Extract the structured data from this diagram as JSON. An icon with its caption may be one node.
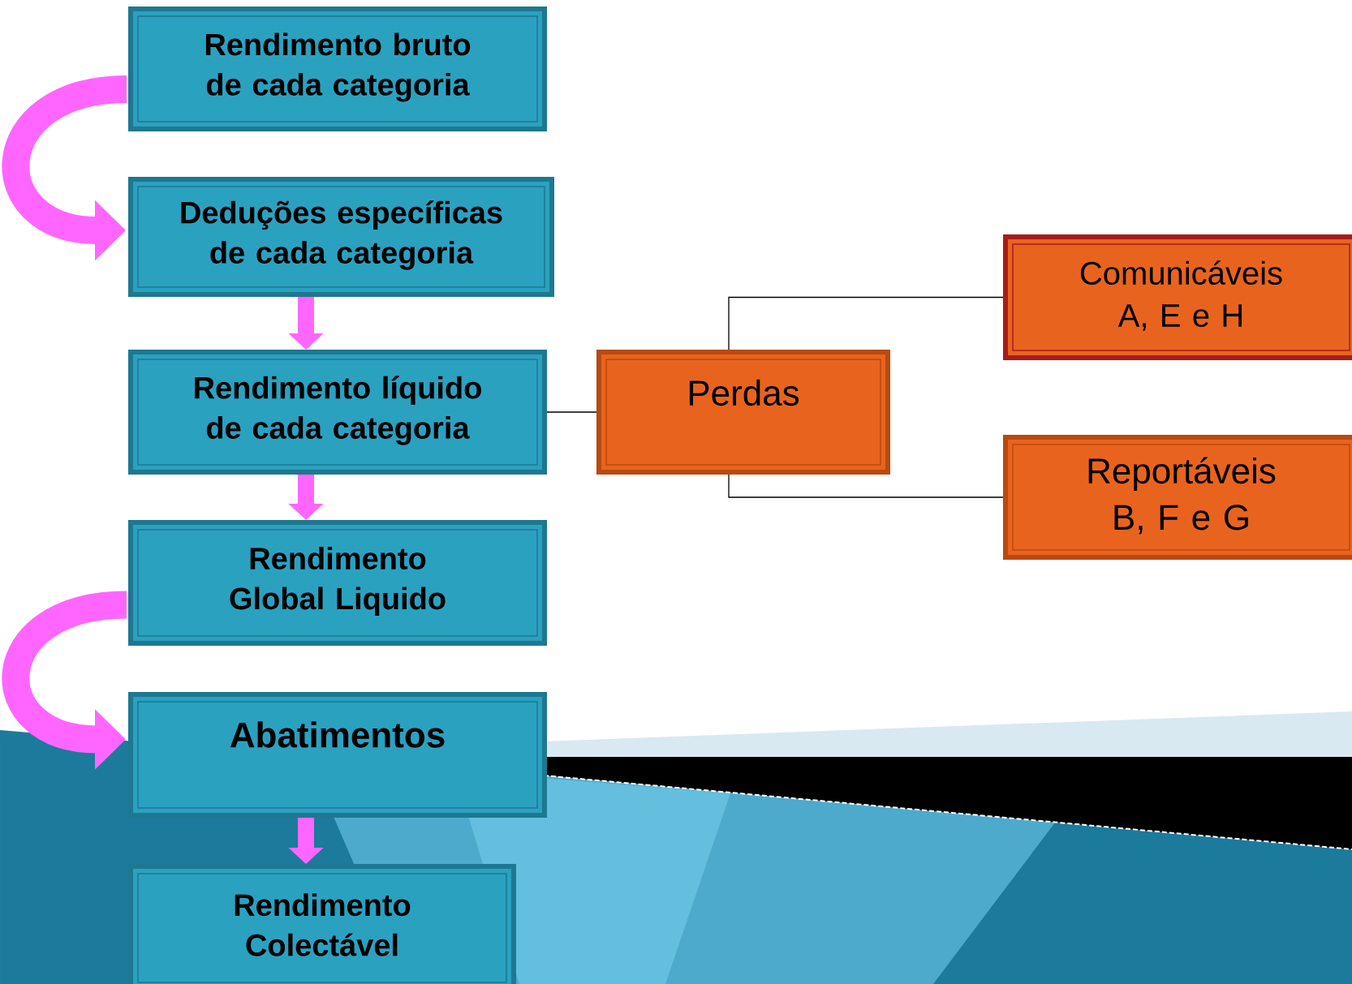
{
  "diagram": {
    "nodes": [
      {
        "text": [
          "Rendimento bruto de cada categoria"
        ]
      },
      {
        "text": [
          "Deduções específicas de cada categoria"
        ]
      },
      {
        "text": [
          "Rendimento líquido de cada categoria"
        ]
      },
      {
        "text": [
          "Rendimento Global Liquido"
        ]
      },
      {
        "text": [
          "Abatimentos"
        ]
      },
      {
        "text": [
          "Rendimento Colectável"
        ]
      },
      {
        "text": [
          "Perdas"
        ]
      },
      {
        "text": [
          "Comunicáveis A, E e H"
        ]
      },
      {
        "text": [
          "Reportáveis B, F e G"
        ]
      }
    ],
    "edges": [
      {
        "from": 0,
        "to": 1,
        "arrow": "to"
      },
      {
        "from": 1,
        "to": 2,
        "arrow": "to"
      },
      {
        "from": 2,
        "to": 3,
        "arrow": "to"
      },
      {
        "from": 3,
        "to": 4,
        "arrow": "to"
      },
      {
        "from": 4,
        "to": 5,
        "arrow": "to"
      },
      {
        "from": 2,
        "to": 6,
        "arrow": "none",
        "color": "#000000"
      },
      {
        "from": 6,
        "to": 7,
        "arrow": "none",
        "color": "#000000"
      },
      {
        "from": 6,
        "to": 8,
        "arrow": "none",
        "color": "#000000"
      }
    ]
  }
}
